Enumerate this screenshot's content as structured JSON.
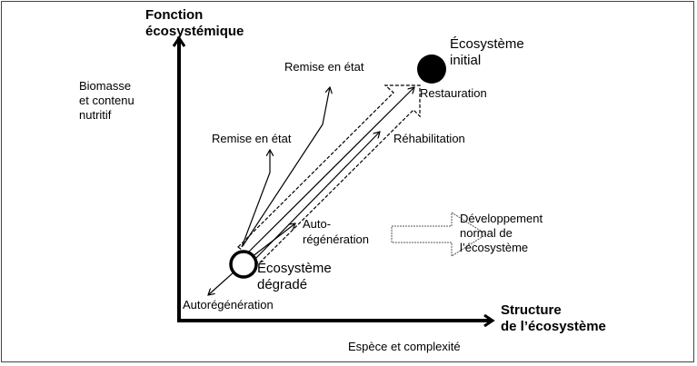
{
  "y_axis": {
    "title_line1": "Fonction",
    "title_line2": "écosystémique",
    "sublabel_line1": "Biomasse",
    "sublabel_line2": "et contenu",
    "sublabel_line3": "nutritif"
  },
  "x_axis": {
    "title_line1": "Structure",
    "title_line2": "de l’écosystème",
    "sublabel": "Espèce et complexité"
  },
  "nodes": {
    "initial_line1": "Écosystème",
    "initial_line2": "initial",
    "degraded_line1": "Écosystème",
    "degraded_line2": "dégradé"
  },
  "paths": {
    "restauration": "Restauration",
    "rehabilitation": "Réhabilitation",
    "remise_1": "Remise en état",
    "remise_2": "Remise en état",
    "auto_line1": "Auto-",
    "auto_line2": "régénération",
    "autoregeneration": "Autorégénération"
  },
  "legend": {
    "line1": "Développement",
    "line2": "normal de",
    "line3": "l’écosystème"
  }
}
